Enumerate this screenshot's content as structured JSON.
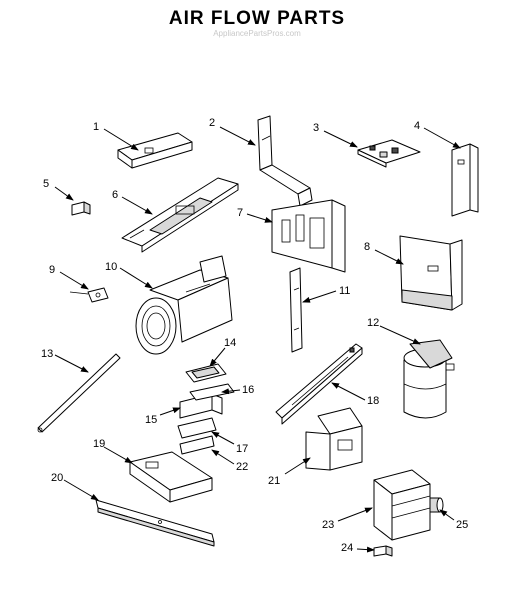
{
  "diagram": {
    "title": "AIR FLOW PARTS",
    "watermark": "AppliancePartsPros.com",
    "callouts": [
      "1",
      "2",
      "3",
      "4",
      "5",
      "6",
      "7",
      "8",
      "9",
      "10",
      "11",
      "12",
      "13",
      "14",
      "15",
      "16",
      "17",
      "18",
      "19",
      "20",
      "21",
      "22",
      "23",
      "24",
      "25"
    ]
  }
}
